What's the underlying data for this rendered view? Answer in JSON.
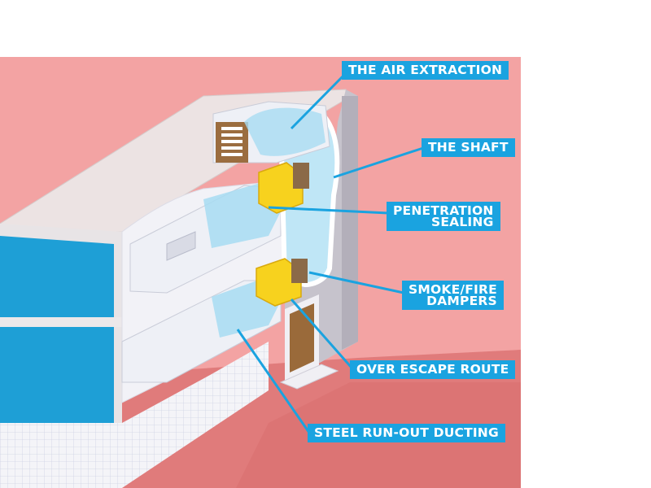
{
  "callouts": {
    "air_extraction": "THE AIR EXTRACTION",
    "shaft": "THE SHAFT",
    "penetration_line1": "PENETRATION",
    "penetration_line2": "SEALING",
    "dampers_line1": "SMOKE/FIRE",
    "dampers_line2": "DAMPERS",
    "escape_route": "OVER ESCAPE ROUTE",
    "run_out_ducting": "STEEL RUN-OUT DUCTING"
  },
  "colors": {
    "backdrop": "#f3a3a3",
    "floor": "#e07b7b",
    "label_bg": "#1aa3e0",
    "label_text": "#ffffff",
    "duct_blue": "#9fd8f0",
    "damper_yellow": "#f7d21e",
    "insulation": "#f4f4f8",
    "wall_grey": "#c6c3cc",
    "door_brown": "#9a6a3a"
  }
}
